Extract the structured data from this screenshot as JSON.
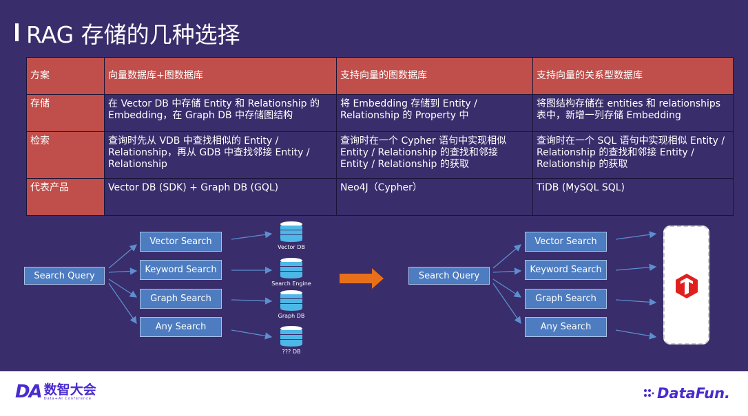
{
  "slide": {
    "title": "RAG 存储的几种选择"
  },
  "table": {
    "header": [
      "方案",
      "向量数据库+图数据库",
      "支持向量的图数据库",
      "支持向量的关系型数据库"
    ],
    "rows": [
      {
        "label": "存储",
        "cells": [
          "在 Vector DB 中存储 Entity 和 Relationship 的 Embedding，在 Graph DB 中存储图结构",
          "将 Embedding 存储到 Entity / Relationship 的 Property 中",
          "将图结构存储在 entities 和 relationships 表中，新增一列存储 Embedding"
        ]
      },
      {
        "label": "检索",
        "cells": [
          "查询时先从 VDB 中查找相似的 Entity / Relationship，再从 GDB 中查找邻接 Entity / Relationship",
          "查询时在一个 Cypher 语句中实现相似 Entity / Relationship 的查找和邻接 Entity / Relationship 的获取",
          "查询时在一个 SQL 语句中实现相似 Entity / Relationship 的查找和邻接 Entity / Relationship 的获取"
        ]
      },
      {
        "label": "代表产品",
        "cells": [
          "Vector DB (SDK) + Graph DB (GQL)",
          "Neo4J（Cypher）",
          "TiDB (MySQL SQL)"
        ]
      }
    ]
  },
  "diagram": {
    "left": {
      "query": "Search Query",
      "searches": [
        "Vector Search",
        "Keyword Search",
        "Graph Search",
        "Any Search"
      ],
      "databases": [
        "Vector DB",
        "Search Engine",
        "Graph DB",
        "??? DB"
      ]
    },
    "right": {
      "query": "Search Query",
      "searches": [
        "Vector Search",
        "Keyword Search",
        "Graph Search",
        "Any Search"
      ]
    }
  },
  "footer": {
    "left_logo_mark": "DA",
    "left_logo_cn": "数智大会",
    "left_logo_en": "Data+AI Conference",
    "right_logo": "DataFun."
  },
  "colors": {
    "background": "#3a2d6b",
    "table_header": "#c04e4a",
    "box": "#4d7cc0",
    "arrow": "#5b8fd0",
    "big_arrow": "#e8701a",
    "brand": "#4a2bd0",
    "tidb": "#e0201e"
  }
}
